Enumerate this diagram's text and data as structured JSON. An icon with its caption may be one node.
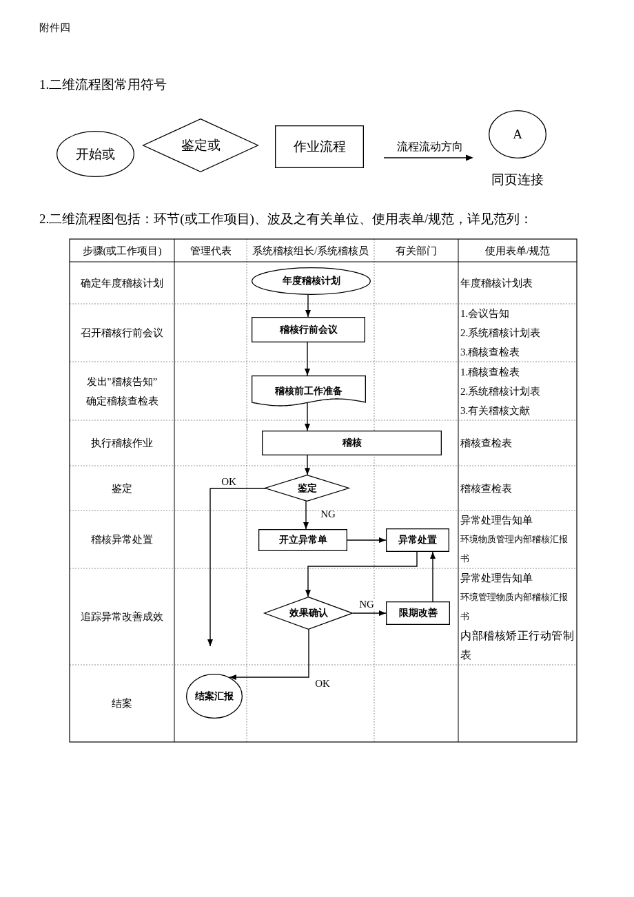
{
  "diagram": {
    "nodes": [
      {
        "text": [
          "开始或"
        ]
      },
      {
        "text": [
          "鉴定或"
        ]
      },
      {
        "text": [
          "作业流程"
        ]
      },
      {
        "text": [
          "A"
        ],
        "beside": [
          "同页连接"
        ]
      },
      {
        "text": [
          "年度稽核计划"
        ]
      },
      {
        "text": [
          "稽核行前会议"
        ]
      },
      {
        "text": [
          "稽核前工作准备"
        ]
      },
      {
        "text": [
          "稽核"
        ]
      },
      {
        "text": [
          "鉴定"
        ]
      },
      {
        "text": [
          "开立异常单"
        ]
      },
      {
        "text": [
          "异常处置"
        ]
      },
      {
        "text": [
          "效果确认"
        ]
      },
      {
        "text": [
          "限期改善"
        ]
      },
      {
        "text": [
          "结案汇报"
        ]
      }
    ],
    "edges": [
      {
        "from": 4,
        "to": 5,
        "arrow": "to"
      },
      {
        "from": 5,
        "to": 6,
        "arrow": "to"
      },
      {
        "from": 6,
        "to": 7,
        "arrow": "to"
      },
      {
        "from": 7,
        "to": 8,
        "arrow": "to"
      },
      {
        "from": 8,
        "to": 9,
        "arrow": "to",
        "label": "NG"
      },
      {
        "from": 8,
        "to": null,
        "arrow": "to",
        "label": "OK"
      },
      {
        "from": 9,
        "to": 10,
        "arrow": "to"
      },
      {
        "from": 10,
        "to": 11,
        "arrow": "to"
      },
      {
        "from": 11,
        "to": 12,
        "arrow": "to",
        "label": "NG"
      },
      {
        "from": 12,
        "to": 10,
        "arrow": "to"
      },
      {
        "from": 11,
        "to": 13,
        "arrow": "to",
        "label": "OK"
      }
    ],
    "labels": [
      "附件四",
      "1.二维流程图常用符号",
      "流程流动方向",
      "2.二维流程图包括：环节(或工作项目)、波及之有关单位、使用表单/规范，详见范列：",
      "步骤(或工作项目)",
      "管理代表",
      "系统稽核组长/系统稽核员",
      "有关部门",
      "使用表单/规范",
      "确定年度稽核计划",
      "年度稽核计划表",
      "召开稽核行前会议",
      "1.会议告知",
      "2.系统稽核计划表",
      "3.稽核查检表",
      "发出\"稽核告知”",
      "确定稽核查检表",
      "1.稽核查检表",
      "2.系统稽核计划表",
      "3.有关稽核文献",
      "执行稽核作业",
      "稽核查检表",
      "鉴定",
      "稽核查检表",
      "稽核异常处置",
      "异常处理告知单",
      "环境物质管理内部稽核汇报书",
      "追踪异常改善成效",
      "异常处理告知单",
      "环境管理物质内部稽核汇报书",
      "内部稽核矫正行动管制表",
      "结案"
    ]
  }
}
